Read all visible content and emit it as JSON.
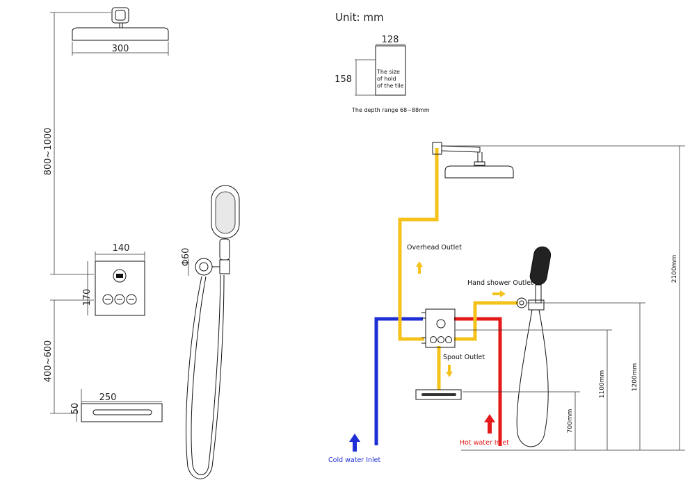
{
  "unit_label": "Unit: mm",
  "tile_hole": {
    "width": "128",
    "height": "158",
    "note_line1": "The size",
    "note_line2": "of hold",
    "note_line3": "of the tile",
    "depth_note": "The depth range 68~88mm"
  },
  "left_dims": {
    "head_width": "300",
    "head_to_valve": "800~1000",
    "valve_width": "140",
    "valve_height": "170",
    "valve_to_spout": "400~600",
    "spout_width": "250",
    "spout_height": "50",
    "holder_diameter": "Φ60"
  },
  "labels": {
    "overhead_outlet": "Overhead  Outlet",
    "handshower_outlet": "Hand shower Outlet",
    "spout_outlet": "Spout  Outlet",
    "cold_inlet": "Cold water Inlet",
    "hot_inlet": "Hot water Inlet"
  },
  "right_dims": {
    "total_height": "2100mm",
    "h1200": "1200mm",
    "h1100": "1100mm",
    "h700": "700mm"
  },
  "colors": {
    "cold": "#1f2fd6",
    "hot": "#e41a1a",
    "outlet": "#f5c21b",
    "line": "#111111"
  }
}
